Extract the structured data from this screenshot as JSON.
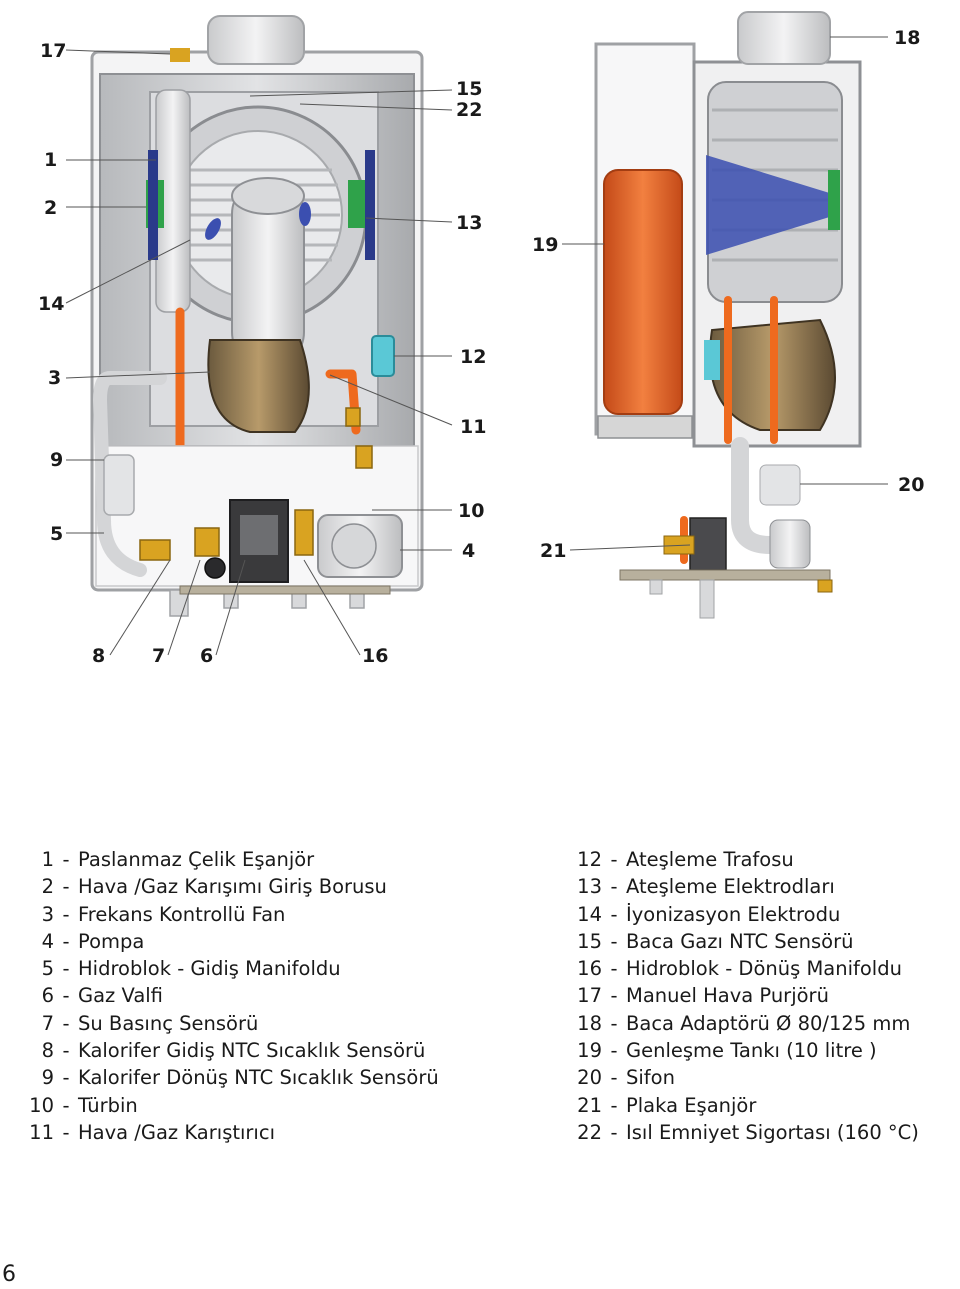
{
  "callouts": {
    "c1": "1",
    "c2": "2",
    "c3": "3",
    "c4": "4",
    "c5": "5",
    "c6": "6",
    "c7": "7",
    "c8": "8",
    "c9": "9",
    "c10": "10",
    "c11": "11",
    "c12": "12",
    "c13": "13",
    "c14": "14",
    "c15": "15",
    "c16": "16",
    "c17": "17",
    "c18": "18",
    "c19": "19",
    "c20": "20",
    "c21": "21",
    "c22": "22"
  },
  "legend_left": [
    {
      "num": "1",
      "label": "Paslanmaz Çelik Eşanjör"
    },
    {
      "num": "2",
      "label": "Hava /Gaz Karışımı Giriş Borusu"
    },
    {
      "num": "3",
      "label": "Frekans Kontrollü Fan"
    },
    {
      "num": "4",
      "label": "Pompa"
    },
    {
      "num": "5",
      "label": "Hidroblok - Gidiş Manifoldu"
    },
    {
      "num": "6",
      "label": "Gaz Valfi"
    },
    {
      "num": "7",
      "label": "Su Basınç Sensörü"
    },
    {
      "num": "8",
      "label": "Kalorifer Gidiş NTC Sıcaklık Sensörü"
    },
    {
      "num": "9",
      "label": "Kalorifer Dönüş NTC Sıcaklık Sensörü"
    },
    {
      "num": "10",
      "label": "Türbin"
    },
    {
      "num": "11",
      "label": "Hava /Gaz Karıştırıcı"
    }
  ],
  "legend_right": [
    {
      "num": "12",
      "label": "Ateşleme Trafosu"
    },
    {
      "num": "13",
      "label": "Ateşleme Elektrodları"
    },
    {
      "num": "14",
      "label": "İyonizasyon Elektrodu"
    },
    {
      "num": "15",
      "label": "Baca Gazı NTC Sensörü"
    },
    {
      "num": "16",
      "label": "Hidroblok - Dönüş Manifoldu"
    },
    {
      "num": "17",
      "label": "Manuel Hava Purjörü"
    },
    {
      "num": "18",
      "label": "Baca Adaptörü Ø 80/125 mm"
    },
    {
      "num": "19",
      "label": "Genleşme Tankı (10 litre )"
    },
    {
      "num": "20",
      "label": "Sifon"
    },
    {
      "num": "21",
      "label": "Plaka Eşanjör"
    },
    {
      "num": "22",
      "label": "Isıl Emniyet Sigortası (160 °C)"
    }
  ],
  "page_number": "6",
  "colors": {
    "pipe_orange": "#ee6a1e",
    "valve_yellow": "#d9a321",
    "electrode_blue": "#3b4fb0",
    "heat_exchanger_grey": "#bfc0c2",
    "frame_grey": "#9a9ca0",
    "sensor_green": "#2fa24a",
    "expansion_tank_red": "#e8632a"
  }
}
